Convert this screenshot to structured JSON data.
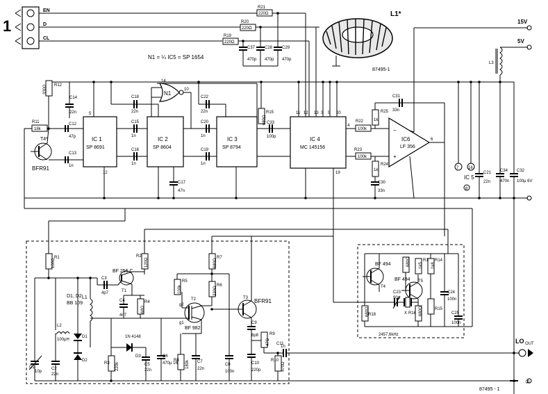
{
  "figure_number": "1",
  "connector": {
    "pins": [
      "EN",
      "D",
      "CL"
    ]
  },
  "supply": {
    "v15": "15V",
    "v5": "5V",
    "ground_marker": "②"
  },
  "note": "N1 = ¼ IC5 = SP 1654",
  "coil_label": "L1*",
  "ref_code_top": "87495-1",
  "ref_code_bottom": "87495 - 1",
  "ics": {
    "ic1": {
      "ref": "IC 1",
      "part": "SP 8691"
    },
    "ic2": {
      "ref": "IC 2",
      "part": "SP 8604"
    },
    "ic3": {
      "ref": "IC 3",
      "part": "SP 8794"
    },
    "ic4": {
      "ref": "IC 4",
      "part": "MC 145156"
    },
    "ic6": {
      "ref": "IC6",
      "part": "LF 356"
    },
    "ic5": {
      "ref": "IC 5"
    },
    "n1": "N1"
  },
  "resistors": {
    "r21": {
      "ref": "R21",
      "value": "220Ω"
    },
    "r20": {
      "ref": "R20",
      "value": "220Ω"
    },
    "r19": {
      "ref": "R19",
      "value": "220Ω"
    },
    "r12": {
      "ref": "R12",
      "value": "330Ω"
    },
    "r11": {
      "ref": "R11",
      "value": "18k"
    },
    "r15": {
      "ref": "R15",
      "value": "680Ω"
    },
    "r22": {
      "ref": "R22",
      "value": "100k"
    },
    "r23": {
      "ref": "R23",
      "value": "100k"
    },
    "r25": {
      "ref": "R25",
      "value": "1k"
    },
    "r24": {
      "ref": "R24",
      "value": "1k"
    },
    "r1": {
      "ref": "R1",
      "value": "100Ω"
    },
    "r2": {
      "ref": "R2",
      "value": "120Ω"
    },
    "r3": {
      "ref": "R3",
      "value": "220k"
    },
    "r4": {
      "ref": "R4",
      "value": "68Ω"
    },
    "r5": {
      "ref": "R5",
      "value": "100k"
    },
    "r6": {
      "ref": "R6",
      "value": "220Ω"
    },
    "r7": {
      "ref": "R7",
      "value": "680Ω"
    },
    "r8": {
      "ref": "R8",
      "value": "180k"
    },
    "r9": {
      "ref": "R9",
      "value": "47Ω"
    },
    "r10": {
      "ref": "R10",
      "value": "470Ω"
    },
    "r14": {
      "ref": "R14",
      "value": "1k8"
    },
    "r16": {
      "ref": "R16",
      "value": "680Ω"
    },
    "r17": {
      "ref": "R17",
      "value": "1k5"
    },
    "r18": {
      "ref": "R18",
      "value": "680Ω"
    },
    "r13": {
      "ref": "R13",
      "value": "680Ω"
    }
  },
  "capacitors": {
    "c37": {
      "ref": "C37",
      "value": "470p"
    },
    "c28": {
      "ref": "C28",
      "value": "470p"
    },
    "c29": {
      "ref": "C29",
      "value": "470p"
    },
    "c14": {
      "ref": "C14",
      "value": "22n"
    },
    "c12": {
      "ref": "C12",
      "value": "47p"
    },
    "c13": {
      "ref": "C13",
      "value": "1n"
    },
    "c18": {
      "ref": "C18",
      "value": "22n"
    },
    "c15": {
      "ref": "C15",
      "value": "1n"
    },
    "c16": {
      "ref": "C16",
      "value": "1n"
    },
    "c17": {
      "ref": "C17",
      "value": "47n"
    },
    "c22": {
      "ref": "C22",
      "value": "22n"
    },
    "c20": {
      "ref": "C20",
      "value": "1n"
    },
    "c19": {
      "ref": "C19",
      "value": "1n"
    },
    "c33": {
      "ref": "C33",
      "value": "100p"
    },
    "c31": {
      "ref": "C31",
      "value": "33n"
    },
    "c30": {
      "ref": "C30",
      "value": "33n"
    },
    "c21": {
      "ref": "C21",
      "value": "22n"
    },
    "c34": {
      "ref": "C34",
      "value": "470n"
    },
    "c32": {
      "ref": "C32",
      "value": "100µ 6V"
    },
    "c3": {
      "ref": "C3",
      "value": "4p7"
    },
    "c4": {
      "ref": "C4",
      "value": "4n7"
    },
    "c1": {
      "ref": "C1",
      "value": "10p"
    },
    "c2": {
      "ref": "C2",
      "value": "22n"
    },
    "c5": {
      "ref": "C5",
      "value": "22n"
    },
    "c6": {
      "ref": "C6",
      "value": "470µ 16V"
    },
    "c7": {
      "ref": "C7",
      "value": "22n"
    },
    "c8": {
      "ref": "C8",
      "value": "100n"
    },
    "c9": {
      "ref": "C9",
      "value": "6p8"
    },
    "c10": {
      "ref": "C10",
      "value": "220p"
    },
    "c11": {
      "ref": "C11",
      "value": "1n"
    },
    "c23": {
      "ref": "C23",
      "value": "90p"
    },
    "c24": {
      "ref": "C24",
      "value": "100n"
    },
    "c25": {
      "ref": "C25",
      "value": "100n"
    }
  },
  "transistors": {
    "t4": {
      "ref": "T4*",
      "part": "BFR91"
    },
    "t1": {
      "ref": "T1",
      "part": "BF 256 C"
    },
    "t2": {
      "ref": "T2",
      "part": "BF 982"
    },
    "t3": {
      "ref": "T3",
      "part": "BFR91"
    },
    "t4b": {
      "ref": "T4",
      "part": "BF 494"
    },
    "t5": {
      "ref": "T5",
      "part": "BF 494"
    }
  },
  "diodes": {
    "d1d2": "D1, D2:",
    "bb109": "BB 109",
    "d1": "D1",
    "d2": "D2",
    "d3": "D3",
    "d3part": "1N 4148"
  },
  "coils": {
    "l1": "L1",
    "l2": "L2",
    "l2val": "100µH",
    "l3": "L3"
  },
  "crystal": {
    "ref": "X",
    "freq": "2457,6kHz"
  },
  "output": {
    "label": "LO",
    "sub": "OUT"
  }
}
